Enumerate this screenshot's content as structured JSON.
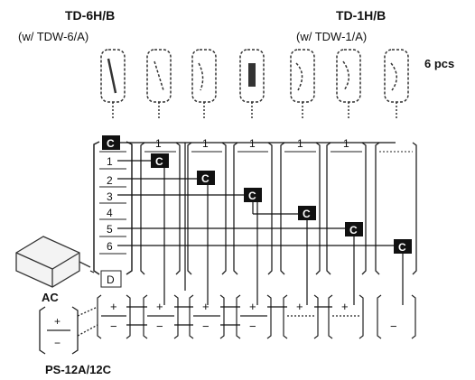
{
  "title_left": "TD-6H/B",
  "subtitle_left": "(w/ TDW-6/A)",
  "title_right": "TD-1H/B",
  "subtitle_right": "(w/ TDW-1/A)",
  "count_label": "6 pcs",
  "common_label": "C",
  "master_terminals": [
    "1",
    "2",
    "3",
    "4",
    "5",
    "6"
  ],
  "door_terminal": "D",
  "sub_terminal": "1",
  "plus_sign": "+",
  "minus_sign": "−",
  "ac_label": "AC",
  "power_supply_label": "PS-12A/12C"
}
